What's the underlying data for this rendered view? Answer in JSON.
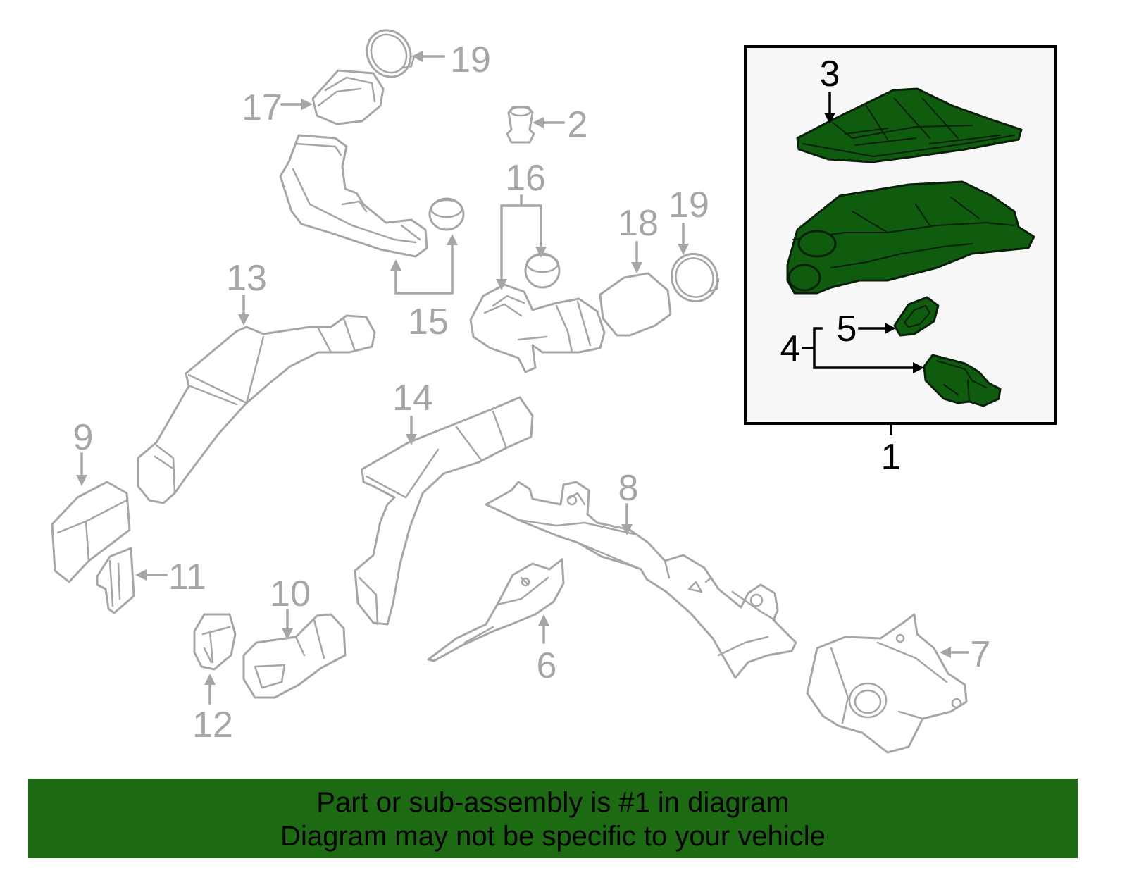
{
  "callouts": {
    "c1": "1",
    "c2": "2",
    "c3": "3",
    "c4": "4",
    "c5": "5",
    "c6": "6",
    "c7": "7",
    "c8": "8",
    "c9": "9",
    "c10": "10",
    "c11": "11",
    "c12": "12",
    "c13": "13",
    "c14": "14",
    "c15": "15",
    "c16": "16",
    "c17": "17",
    "c18": "18",
    "c19a": "19",
    "c19b": "19"
  },
  "banner": {
    "line1": "Part or sub-assembly is #1 in diagram",
    "line2": "Diagram may not be specific to your vehicle"
  },
  "colors": {
    "highlight": "#0f5c0f",
    "banner": "#1c6b12",
    "part_outline": "#a6a6a6"
  }
}
